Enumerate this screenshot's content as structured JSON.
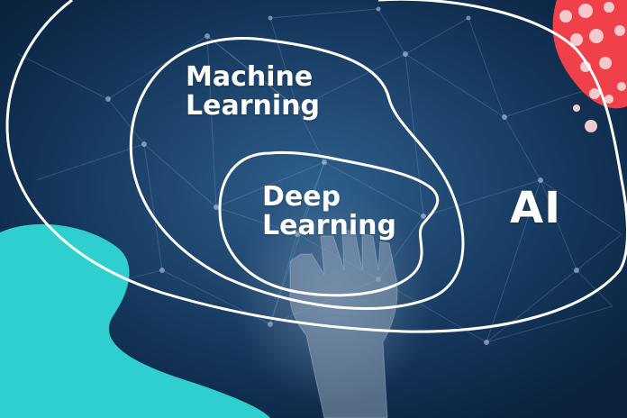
{
  "diagram": {
    "outer_set": {
      "label": "AI"
    },
    "middle_set": {
      "lines": [
        "Machine",
        "Learning"
      ]
    },
    "inner_set": {
      "lines": [
        "Deep",
        "Learning"
      ]
    }
  },
  "colors": {
    "background": "#0d2a4a",
    "background_glow": "#2e5f8c",
    "outline": "#ffffff",
    "teal_blob": "#2fcfcf",
    "red_blob": "#f0404a",
    "dot": "#f6c9cc"
  }
}
